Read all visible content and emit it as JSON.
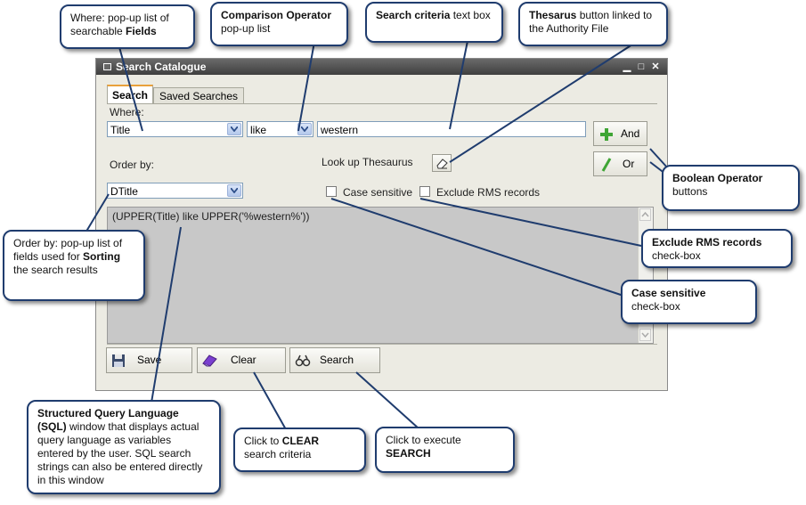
{
  "window": {
    "title": "Search Catalogue",
    "tabs": [
      "Search",
      "Saved Searches"
    ],
    "where_label": "Where:",
    "field_value": "Title",
    "operator_value": "like",
    "criteria_value": "western",
    "and_label": "And",
    "or_label": "Or",
    "order_by_label": "Order by:",
    "lookup_label": "Look up Thesaurus",
    "order_value": "DTitle",
    "case_sensitive_label": "Case sensitive",
    "exclude_rms_label": "Exclude RMS records",
    "sql_text": "(UPPER(Title) like UPPER('%western%'))",
    "save_label": "Save",
    "clear_label": "Clear",
    "search_label": "Search"
  },
  "callouts": {
    "fields": {
      "pre": "Where: pop-up list of searchable ",
      "bold": "Fields"
    },
    "operator": {
      "bold": "Comparison Operator",
      "post": " pop-up list"
    },
    "criteria": {
      "bold": "Search criteria",
      "post": " text box"
    },
    "thesarus": {
      "bold": "Thesarus",
      "post": " button linked to the Authority File"
    },
    "boolean": {
      "bold": "Boolean Operator",
      "post": "buttons"
    },
    "exclude": {
      "bold": "Exclude RMS records",
      "post": "check-box"
    },
    "case": {
      "bold": "Case sensitive",
      "post": "check-box"
    },
    "orderby": {
      "pre": "Order by: pop-up list of fields used for ",
      "bold": "Sorting",
      "post": " the search results"
    },
    "sql": {
      "bold": "Structured Query Language (SQL)",
      "post": " window that displays actual query language as variables entered by the user. SQL search strings can also be entered directly in this window"
    },
    "clear": {
      "pre": "Click to ",
      "bold": "CLEAR",
      "post": "search criteria"
    },
    "search": {
      "pre": "Click to execute",
      "bold": "SEARCH"
    }
  },
  "colors": {
    "callout_border": "#1f3c6e",
    "sql_background": "#c8c8c8",
    "tab_accent": "#e9a13b"
  }
}
